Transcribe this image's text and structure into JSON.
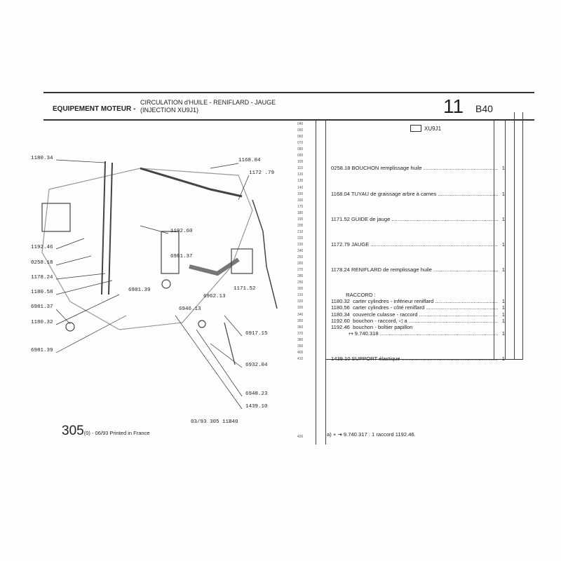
{
  "header": {
    "section": "EQUIPEMENT MOTEUR -",
    "subtitle_1": "CIRCULATION d'HUILE - RENIFLARD - JAUGE",
    "subtitle_2": "(INJECTION XU9J1)",
    "group_number": "11",
    "page_code": "B40"
  },
  "engine_tag": "XU9J1",
  "line_numbers": [
    "040",
    "050",
    "060",
    "070",
    "080",
    "090",
    "100",
    "110",
    "120",
    "130",
    "140",
    "150",
    "160",
    "170",
    "180",
    "190",
    "200",
    "210",
    "220",
    "230",
    "240",
    "250",
    "260",
    "270",
    "280",
    "290",
    "300",
    "310",
    "320",
    "330",
    "340",
    "350",
    "360",
    "370",
    "380",
    "390",
    "400",
    "410"
  ],
  "parts": [
    {
      "line": 110,
      "text": "0258.18 BOUCHON remplissage huile",
      "qty": "1"
    },
    {
      "line": 150,
      "text": "1168.04 TUYAU de graissage arbre à cames",
      "qty": "1"
    },
    {
      "line": 190,
      "text": "1171.52 GUIDE de jauge",
      "qty": "1"
    },
    {
      "line": 230,
      "text": "1172.79 JAUGE",
      "qty": "1"
    },
    {
      "line": 270,
      "text": "1178.24 RENIFLARD de remplissage huile",
      "qty": "1"
    },
    {
      "line": 310,
      "text": "          RACCORD :",
      "qty": ""
    },
    {
      "line": 320,
      "text": "1180.32  carter cylindres - inférieur reniflard",
      "qty": "1"
    },
    {
      "line": 330,
      "text": "1180.56  carter cylindres - côté reniflard",
      "qty": "1"
    },
    {
      "line": 340,
      "text": "1180.34  couvercle culasse - raccord",
      "qty": "1"
    },
    {
      "line": 350,
      "text": "1192.60  bouchon - raccord, ◁ a",
      "qty": "1"
    },
    {
      "line": 360,
      "text": "1192.46  bouchon - boîtier papillon",
      "qty": ""
    },
    {
      "line": 370,
      "text": "            ↦ 9.740.318",
      "qty": "1"
    },
    {
      "line": 410,
      "text": "1439.10 SUPPORT élastique",
      "qty": "1"
    }
  ],
  "diagram_labels": [
    "1180.34",
    "1168.04",
    "1172 .79",
    "1192.60",
    "6981.37",
    "1192.46",
    "0258.18",
    "1178.24",
    "1180.58",
    "6981.39",
    "1171.52",
    "6962.13",
    "6946.13",
    "6981.37",
    "1180.32",
    "6917.15",
    "6981.39",
    "6932.04",
    "6948.23",
    "1439.10"
  ],
  "footer": {
    "model": "305",
    "model_suffix": "(0) - 06/93 Printed in France",
    "ref_code": "03/93  305  11B40",
    "note_line": "420",
    "note": "a)  +  ⇥ 9.740.317 : 1 raccord 1192.46."
  }
}
